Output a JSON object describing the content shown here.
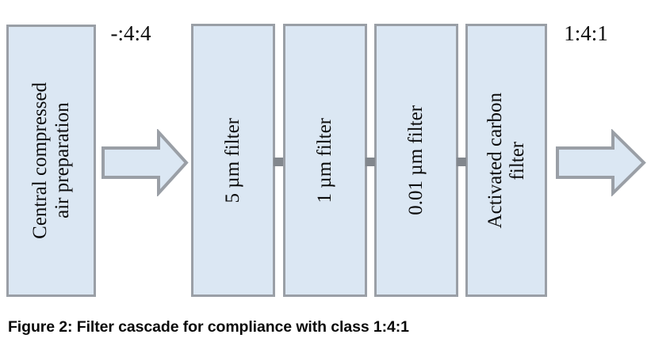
{
  "figure": {
    "caption": "Figure 2: Filter cascade for compliance with class 1:4:1",
    "colors": {
      "box_fill": "#dbe7f3",
      "box_border": "#9a9fa6",
      "connector": "#82878d",
      "text": "#0b0b0b",
      "background": "#ffffff"
    },
    "source": {
      "label": "Central compressed\nair preparation"
    },
    "arrows": [
      {
        "name": "inlet-arrow",
        "label": "-:4:4",
        "direction": "right"
      },
      {
        "name": "outlet-arrow",
        "label": "1:4:1",
        "direction": "right"
      }
    ],
    "filters": [
      {
        "label": "5 µm filter"
      },
      {
        "label": "1 µm filter"
      },
      {
        "label": "0.01 µm filter"
      },
      {
        "label": "Activated carbon\nfilter"
      }
    ],
    "connectors": [
      {
        "name": "connector-1"
      },
      {
        "name": "connector-2"
      },
      {
        "name": "connector-3"
      }
    ]
  }
}
